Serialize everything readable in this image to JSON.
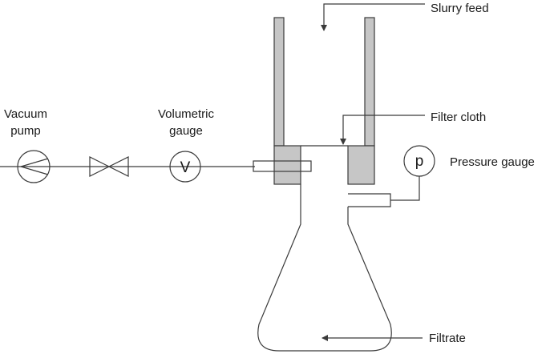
{
  "labels": {
    "vacuum_pump_line1": "Vacuum",
    "vacuum_pump_line2": "pump",
    "volumetric_gauge_line1": "Volumetric",
    "volumetric_gauge_line2": "gauge",
    "slurry_feed": "Slurry feed",
    "filter_cloth": "Filter cloth",
    "pressure_gauge": "Pressure gauge",
    "filtrate": "Filtrate"
  },
  "symbols": {
    "volumetric": "V",
    "pressure": "p"
  },
  "colors": {
    "line": "#3a3a3a",
    "wall_fill": "#c6c6c6",
    "text": "#1a1a1a"
  }
}
